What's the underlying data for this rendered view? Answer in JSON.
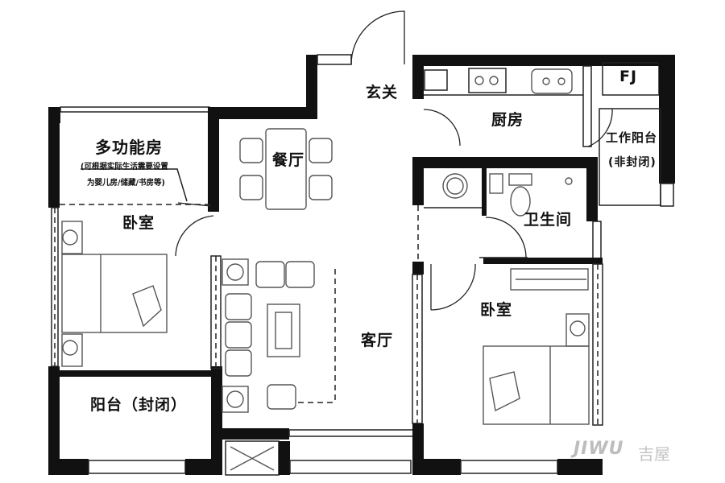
{
  "floor_plan": {
    "rooms": [
      {
        "id": "multi_room",
        "label": "多功能房",
        "note_line1": "(可根据实际生活需要设置",
        "note_line2": "为婴儿房/储藏/书房等)"
      },
      {
        "id": "bedroom_left",
        "label": "卧室"
      },
      {
        "id": "balcony_closed",
        "label": "阳台（封闭）"
      },
      {
        "id": "dining",
        "label": "餐厅"
      },
      {
        "id": "living",
        "label": "客厅"
      },
      {
        "id": "entrance",
        "label": "玄关"
      },
      {
        "id": "kitchen",
        "label": "厨房"
      },
      {
        "id": "work_balcony",
        "label": "工作阳台",
        "sub_label": "(非封闭)"
      },
      {
        "id": "fj",
        "label": "FJ"
      },
      {
        "id": "bathroom",
        "label": "卫生间"
      },
      {
        "id": "bedroom_right",
        "label": "卧室"
      }
    ],
    "colors": {
      "wall": "#111111",
      "furniture": "#555555",
      "background": "#ffffff",
      "watermark": "#bdbdbd"
    }
  },
  "watermark": {
    "brand_latin": "JIWU",
    "brand_cn": "吉屋"
  }
}
